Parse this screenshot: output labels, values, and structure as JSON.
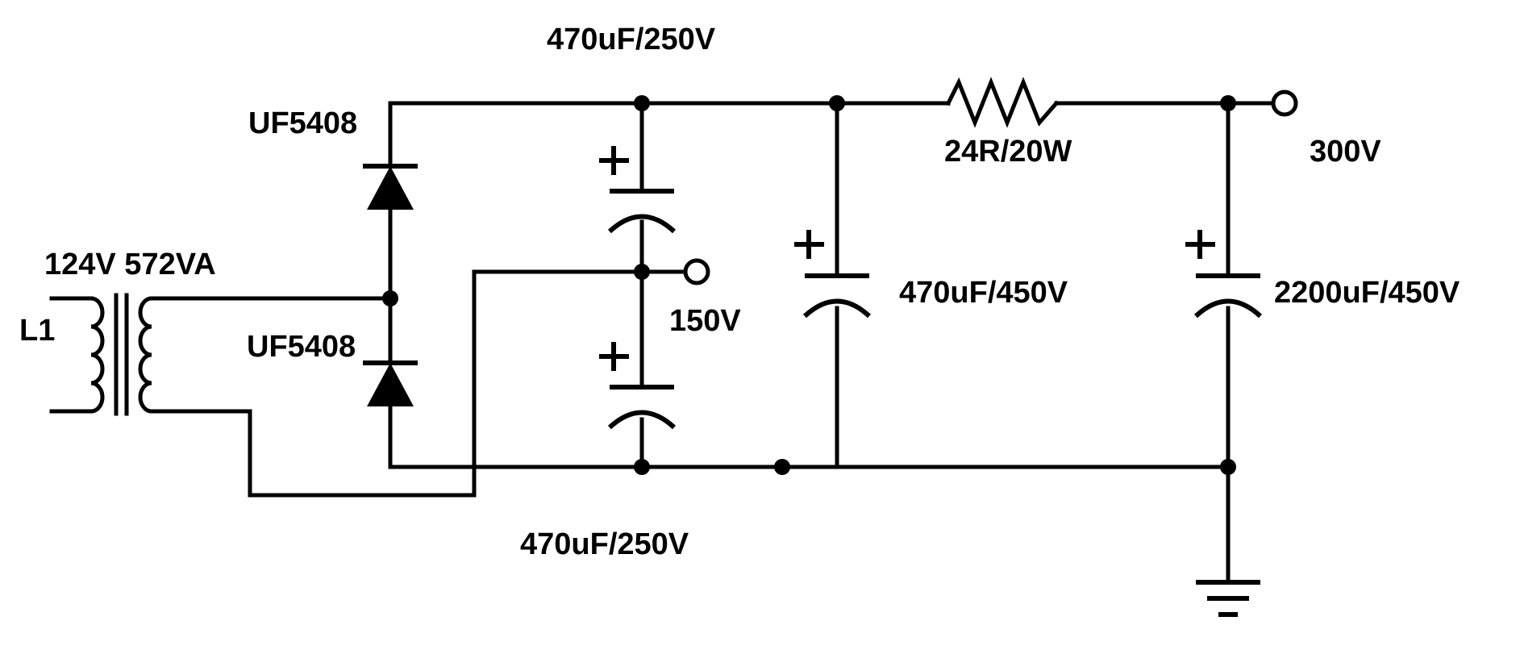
{
  "diagram": {
    "type": "circuit-schematic",
    "labels": {
      "transformer_ref": "L1",
      "transformer_rating": "124V 572VA",
      "diode_top": "UF5408",
      "diode_bottom": "UF5408",
      "cap_top": "470uF/250V",
      "cap_bottom": "470uF/250V",
      "cap_mid": "470uF/450V",
      "cap_out": "2200uF/450V",
      "resistor": "24R/20W",
      "out_150": "150V",
      "out_300": "300V"
    },
    "components": [
      {
        "kind": "transformer",
        "label": "L1"
      },
      {
        "kind": "diode",
        "label": "UF5408"
      },
      {
        "kind": "diode",
        "label": "UF5408"
      },
      {
        "kind": "electrolytic-capacitor",
        "label": "470uF/250V"
      },
      {
        "kind": "electrolytic-capacitor",
        "label": "470uF/250V"
      },
      {
        "kind": "electrolytic-capacitor",
        "label": "470uF/450V"
      },
      {
        "kind": "resistor",
        "label": "24R/20W"
      },
      {
        "kind": "electrolytic-capacitor",
        "label": "2200uF/450V"
      },
      {
        "kind": "ground"
      }
    ],
    "outputs": [
      "150V",
      "300V"
    ]
  }
}
